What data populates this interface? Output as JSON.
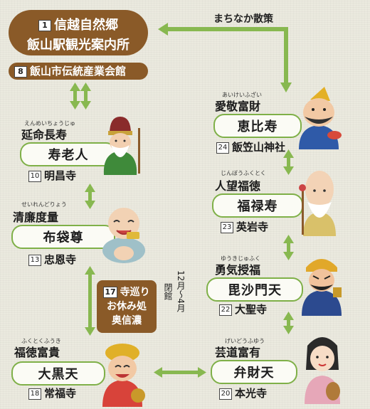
{
  "info_center": {
    "number": "1",
    "line1": "信越自然郷",
    "line2": "飯山駅観光案内所"
  },
  "crafts_hall": {
    "number": "8",
    "name": "飯山市伝統産業会館"
  },
  "town_walk": "まちなか散策",
  "rest_stop": {
    "number": "17",
    "line1": "寺巡り",
    "line2": "お休み処",
    "line3": "奥信濃"
  },
  "closed_note": {
    "line1": "12月〜4月",
    "line2": "閉館"
  },
  "deities": [
    {
      "reading": "えんめいちょうじゅ",
      "virtue": "延命長寿",
      "god": "寿老人",
      "temple_no": "10",
      "temple": "明昌寺"
    },
    {
      "reading": "せいれんどりょう",
      "virtue": "清廉度量",
      "god": "布袋尊",
      "temple_no": "13",
      "temple": "忠恩寺"
    },
    {
      "reading": "ふくとくふうき",
      "virtue": "福徳富貴",
      "god": "大黒天",
      "temple_no": "18",
      "temple": "常福寺"
    },
    {
      "reading": "あいけいふざい",
      "virtue": "愛敬富財",
      "god": "恵比寿",
      "temple_no": "24",
      "temple": "飯笠山神社"
    },
    {
      "reading": "じんぼうふくとく",
      "virtue": "人望福徳",
      "god": "福禄寿",
      "temple_no": "23",
      "temple": "英岩寺"
    },
    {
      "reading": "ゆうきじゅふく",
      "virtue": "勇気授福",
      "god": "毘沙門天",
      "temple_no": "22",
      "temple": "大聖寺"
    },
    {
      "reading": "げいどうふゆう",
      "virtue": "芸道富有",
      "god": "弁財天",
      "temple_no": "20",
      "temple": "本光寺"
    }
  ],
  "icons": [
    "jurojin-figure-icon",
    "hotei-figure-icon",
    "daikokuten-figure-icon",
    "ebisu-figure-icon",
    "fukurokuju-figure-icon",
    "bishamonten-figure-icon",
    "benzaiten-figure-icon"
  ]
}
